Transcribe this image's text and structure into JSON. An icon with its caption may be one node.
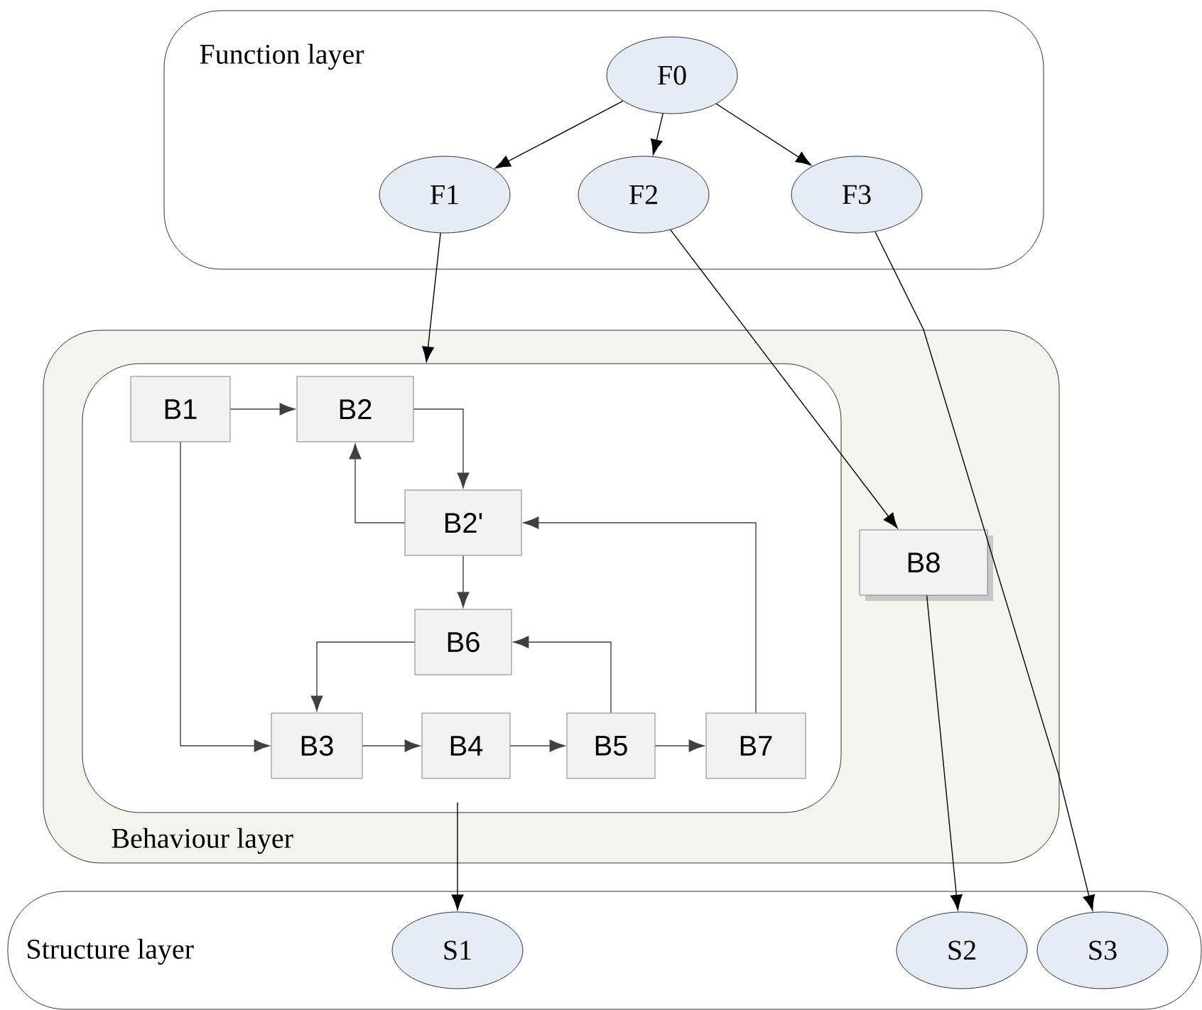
{
  "diagram": {
    "nodes": [
      {
        "text": [
          "Function layer"
        ]
      },
      {
        "text": [
          "F0"
        ],
        "in": 0
      },
      {
        "text": [
          "F1"
        ],
        "in": 0
      },
      {
        "text": [
          "F2"
        ],
        "in": 0
      },
      {
        "text": [
          "F3"
        ],
        "in": 0
      },
      {
        "text": [
          "Behaviour layer"
        ]
      },
      {
        "text": [],
        "shape": "box",
        "in": 5
      },
      {
        "text": [
          "B1"
        ],
        "in": 6
      },
      {
        "text": [
          "B2"
        ],
        "in": 6
      },
      {
        "text": [
          "B2'"
        ],
        "in": 6
      },
      {
        "text": [
          "B6"
        ],
        "in": 6
      },
      {
        "text": [
          "B3"
        ],
        "in": 6
      },
      {
        "text": [
          "B4"
        ],
        "in": 6
      },
      {
        "text": [
          "B5"
        ],
        "in": 6
      },
      {
        "text": [
          "B7"
        ],
        "in": 6
      },
      {
        "text": [
          "B8"
        ],
        "in": 5
      },
      {
        "text": [
          "Structure layer"
        ]
      },
      {
        "text": [
          "S1"
        ],
        "in": 16
      },
      {
        "text": [
          "S2"
        ],
        "in": 16
      },
      {
        "text": [
          "S3"
        ],
        "in": 16
      }
    ],
    "edges": [
      {
        "from": 1,
        "to": 2,
        "arrow": "to",
        "color": "#000000"
      },
      {
        "from": 1,
        "to": 3,
        "arrow": "to",
        "color": "#000000"
      },
      {
        "from": 1,
        "to": 4,
        "arrow": "to",
        "color": "#000000"
      },
      {
        "from": 2,
        "to": 6,
        "arrow": "to",
        "color": "#000000"
      },
      {
        "from": 3,
        "to": 15,
        "arrow": "to",
        "color": "#000000"
      },
      {
        "from": 4,
        "to": 19,
        "arrow": "to",
        "color": "#000000"
      },
      {
        "from": 7,
        "to": 8,
        "arrow": "to"
      },
      {
        "from": 8,
        "to": 9,
        "arrow": "to"
      },
      {
        "from": 9,
        "to": 8,
        "arrow": "to"
      },
      {
        "from": 9,
        "to": 10,
        "arrow": "to"
      },
      {
        "from": 10,
        "to": 11,
        "arrow": "to"
      },
      {
        "from": 7,
        "to": 11,
        "arrow": "to"
      },
      {
        "from": 11,
        "to": 12,
        "arrow": "to"
      },
      {
        "from": 12,
        "to": 13,
        "arrow": "to"
      },
      {
        "from": 13,
        "to": 14,
        "arrow": "to"
      },
      {
        "from": 13,
        "to": 10,
        "arrow": "to"
      },
      {
        "from": 14,
        "to": 9,
        "arrow": "to"
      },
      {
        "from": 6,
        "to": 17,
        "arrow": "to",
        "color": "#000000"
      },
      {
        "from": 15,
        "to": 18,
        "arrow": "to",
        "color": "#000000"
      }
    ]
  }
}
